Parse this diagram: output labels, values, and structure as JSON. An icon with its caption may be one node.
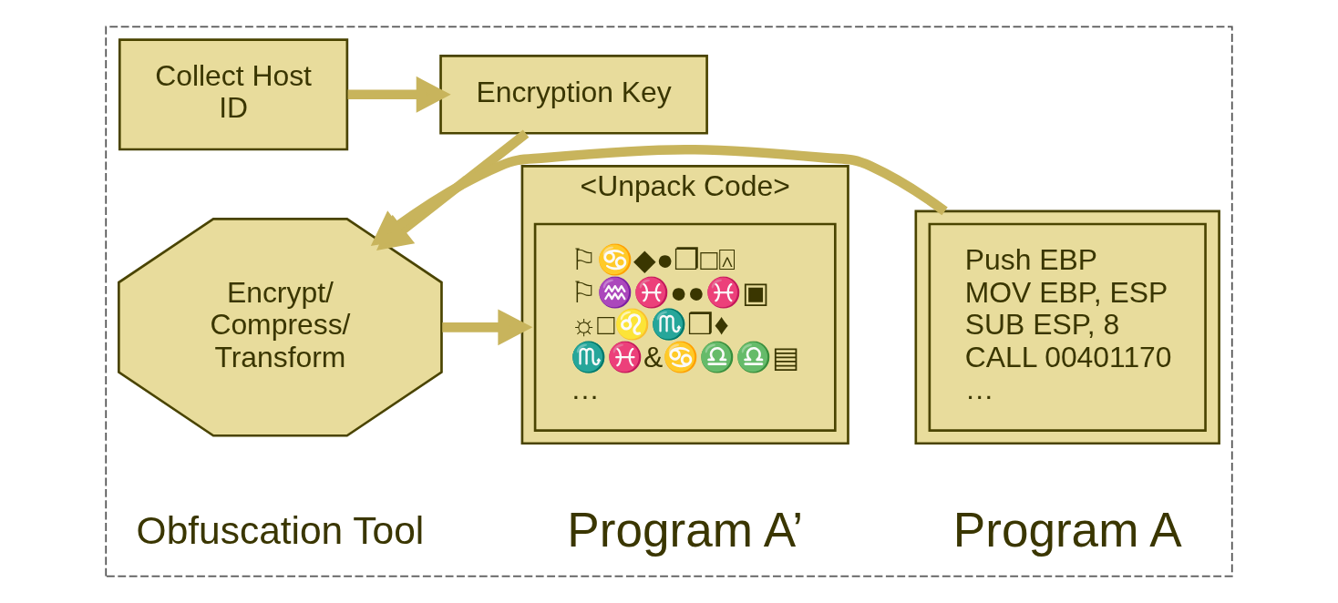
{
  "diagram": {
    "nodes": [
      {
        "text": [],
        "shape": "box"
      },
      {
        "text": [
          "Collect Host ID"
        ],
        "in": 0
      },
      {
        "text": [
          "Encryption Key"
        ],
        "in": 0
      },
      {
        "text": [],
        "shape": "box",
        "beside": [
          "Program A"
        ],
        "in": 0
      },
      {
        "text": [
          "Push EBP",
          "MOV EBP, ESP",
          "SUB ESP, 8",
          "CALL 00401170",
          "…"
        ],
        "in": 3
      },
      {
        "text": [
          "Encrypt/ Compress/ Transform"
        ],
        "beside": [
          "Obfuscation Tool"
        ],
        "in": 0
      },
      {
        "text": [
          "<Unpack Code>"
        ],
        "beside": [
          "Program A’"
        ],
        "in": 0
      },
      {
        "text": [
          "⚐♋◆●❐□⍓",
          "⚐♒♓●●♓▣",
          "☼□♌♏❒♦",
          "♏♓&♋♎♎▤",
          "…"
        ],
        "in": 6
      }
    ],
    "edges": [
      {
        "from": 1,
        "to": 2,
        "arrow": "to"
      },
      {
        "from": 2,
        "to": 5,
        "arrow": "to"
      },
      {
        "from": 3,
        "to": 5,
        "arrow": "to"
      },
      {
        "from": 5,
        "to": 6,
        "arrow": "to"
      }
    ]
  }
}
